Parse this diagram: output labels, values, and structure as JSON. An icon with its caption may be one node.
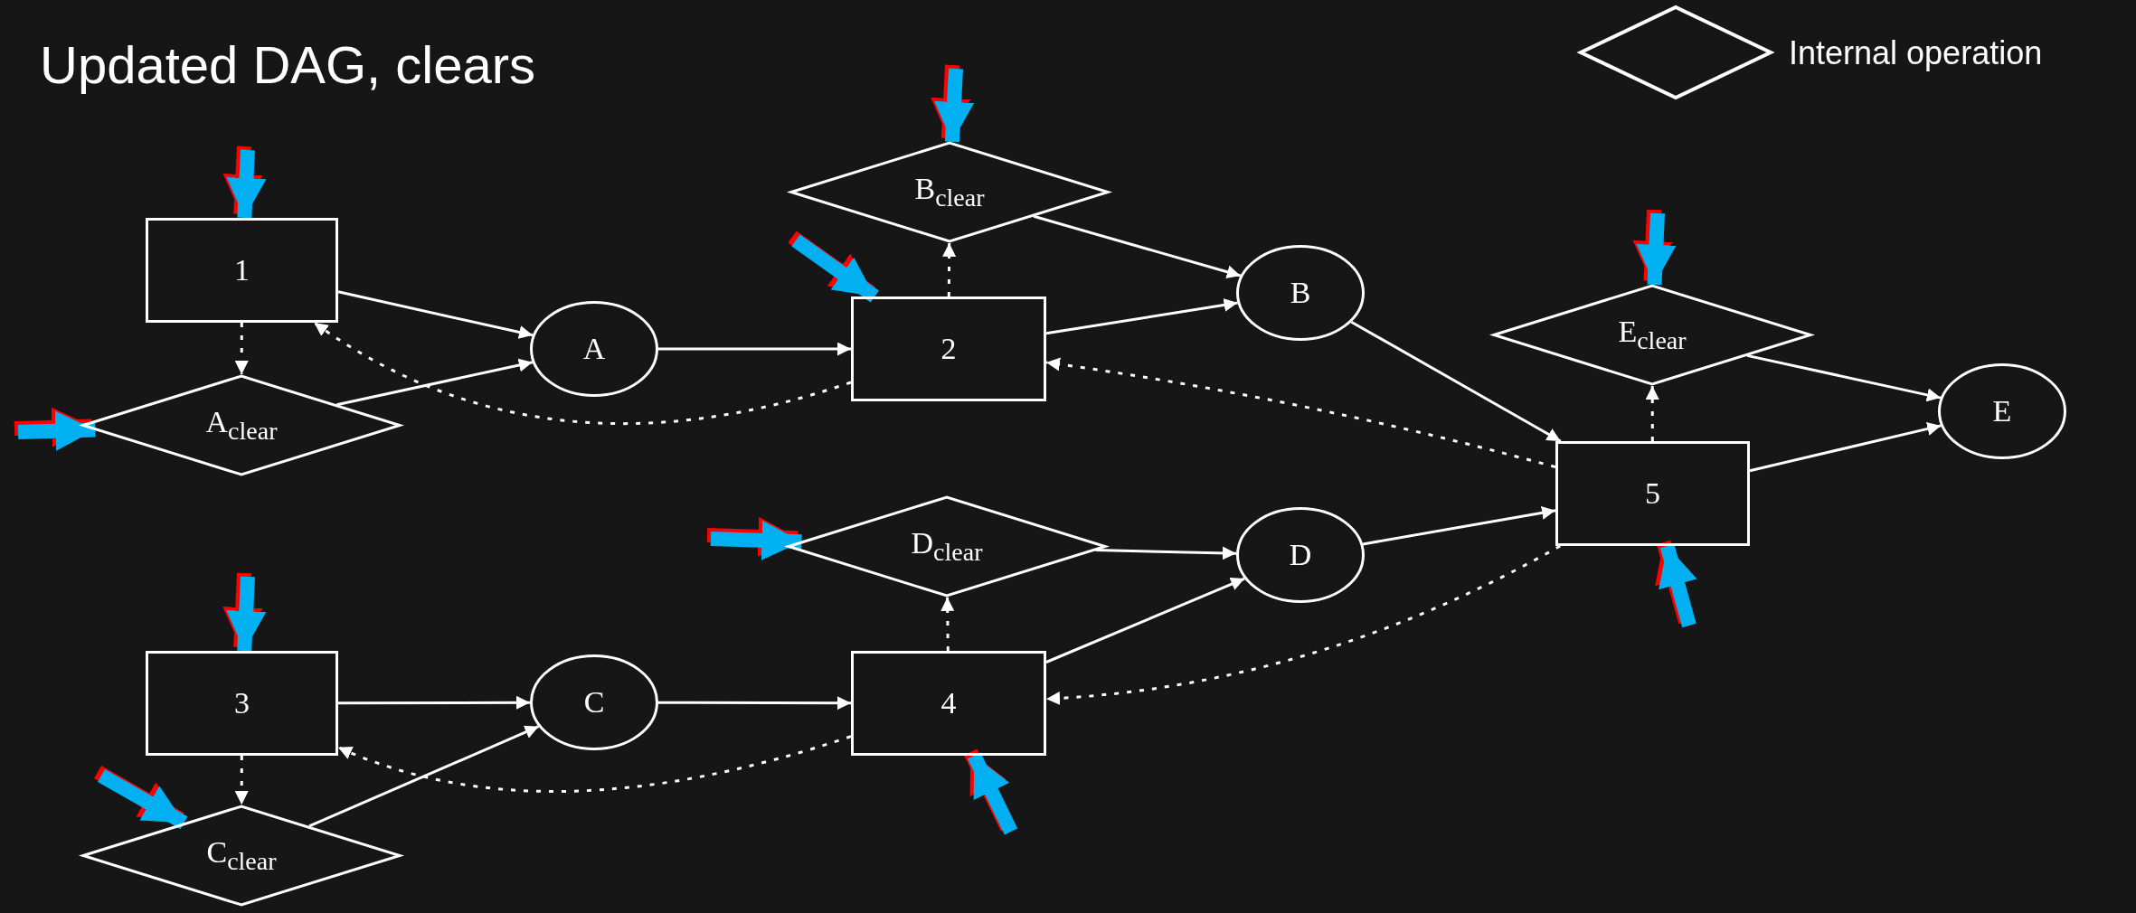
{
  "diagram": {
    "title": "Updated DAG, clears",
    "nodes": [
      {
        "text": [
          "1"
        ]
      },
      {
        "text": [
          "A"
        ]
      },
      {
        "text": [
          "A$_{clear}$"
        ]
      },
      {
        "text": [
          "2"
        ]
      },
      {
        "text": [
          "B$_{clear}$"
        ]
      },
      {
        "text": [
          "B"
        ]
      },
      {
        "text": [
          "3"
        ]
      },
      {
        "text": [
          "C"
        ]
      },
      {
        "text": [
          "C$_{clear}$"
        ]
      },
      {
        "text": [
          "4"
        ]
      },
      {
        "text": [
          "D$_{clear}$"
        ]
      },
      {
        "text": [
          "D"
        ]
      },
      {
        "text": [
          "5"
        ]
      },
      {
        "text": [
          "E$_{clear}$"
        ]
      },
      {
        "text": [
          "E"
        ]
      }
    ],
    "edges": [
      {
        "from": 0,
        "to": 1,
        "arrow": "to"
      },
      {
        "from": 2,
        "to": 1,
        "arrow": "to"
      },
      {
        "from": 1,
        "to": 3,
        "arrow": "to"
      },
      {
        "from": 3,
        "to": 5,
        "arrow": "to"
      },
      {
        "from": 4,
        "to": 5,
        "arrow": "to"
      },
      {
        "from": 5,
        "to": 12,
        "arrow": "to"
      },
      {
        "from": 12,
        "to": 14,
        "arrow": "to"
      },
      {
        "from": 13,
        "to": 14,
        "arrow": "to"
      },
      {
        "from": 6,
        "to": 7,
        "arrow": "to"
      },
      {
        "from": 8,
        "to": 7,
        "arrow": "to"
      },
      {
        "from": 7,
        "to": 9,
        "arrow": "to"
      },
      {
        "from": 9,
        "to": 11,
        "arrow": "to"
      },
      {
        "from": 10,
        "to": 11,
        "arrow": "to"
      },
      {
        "from": 11,
        "to": 12,
        "arrow": "to"
      },
      {
        "from": 0,
        "to": 2,
        "arrow": "to",
        "style": "dashed"
      },
      {
        "from": 3,
        "to": 4,
        "arrow": "to",
        "style": "dashed"
      },
      {
        "from": 12,
        "to": 13,
        "arrow": "to",
        "style": "dashed"
      },
      {
        "from": 6,
        "to": 8,
        "arrow": "to",
        "style": "dashed"
      },
      {
        "from": 9,
        "to": 10,
        "arrow": "to",
        "style": "dashed"
      },
      {
        "from": 3,
        "to": 0,
        "arrow": "to",
        "style": "dashed"
      },
      {
        "from": 12,
        "to": 3,
        "arrow": "to",
        "style": "dashed"
      },
      {
        "from": 12,
        "to": 9,
        "arrow": "to",
        "style": "dashed"
      },
      {
        "from": 9,
        "to": 6,
        "arrow": "to",
        "style": "dashed"
      },
      {
        "from": null,
        "to": 0,
        "arrow": "to",
        "style": "thick",
        "color": "#00b0f0"
      },
      {
        "from": null,
        "to": 2,
        "arrow": "to",
        "style": "thick",
        "color": "#00b0f0"
      },
      {
        "from": null,
        "to": 4,
        "arrow": "to",
        "style": "thick",
        "color": "#00b0f0"
      },
      {
        "from": null,
        "to": 3,
        "arrow": "to",
        "style": "thick",
        "color": "#00b0f0"
      },
      {
        "from": null,
        "to": 13,
        "arrow": "to",
        "style": "thick",
        "color": "#00b0f0"
      },
      {
        "from": null,
        "to": 12,
        "arrow": "to",
        "style": "thick",
        "color": "#00b0f0"
      },
      {
        "from": null,
        "to": 6,
        "arrow": "to",
        "style": "thick",
        "color": "#00b0f0"
      },
      {
        "from": null,
        "to": 8,
        "arrow": "to",
        "style": "thick",
        "color": "#00b0f0"
      },
      {
        "from": null,
        "to": 10,
        "arrow": "to",
        "style": "thick",
        "color": "#00b0f0"
      },
      {
        "from": null,
        "to": 9,
        "arrow": "to",
        "style": "thick",
        "color": "#00b0f0"
      }
    ],
    "legend": [
      {
        "text": "Internal operation"
      }
    ]
  }
}
